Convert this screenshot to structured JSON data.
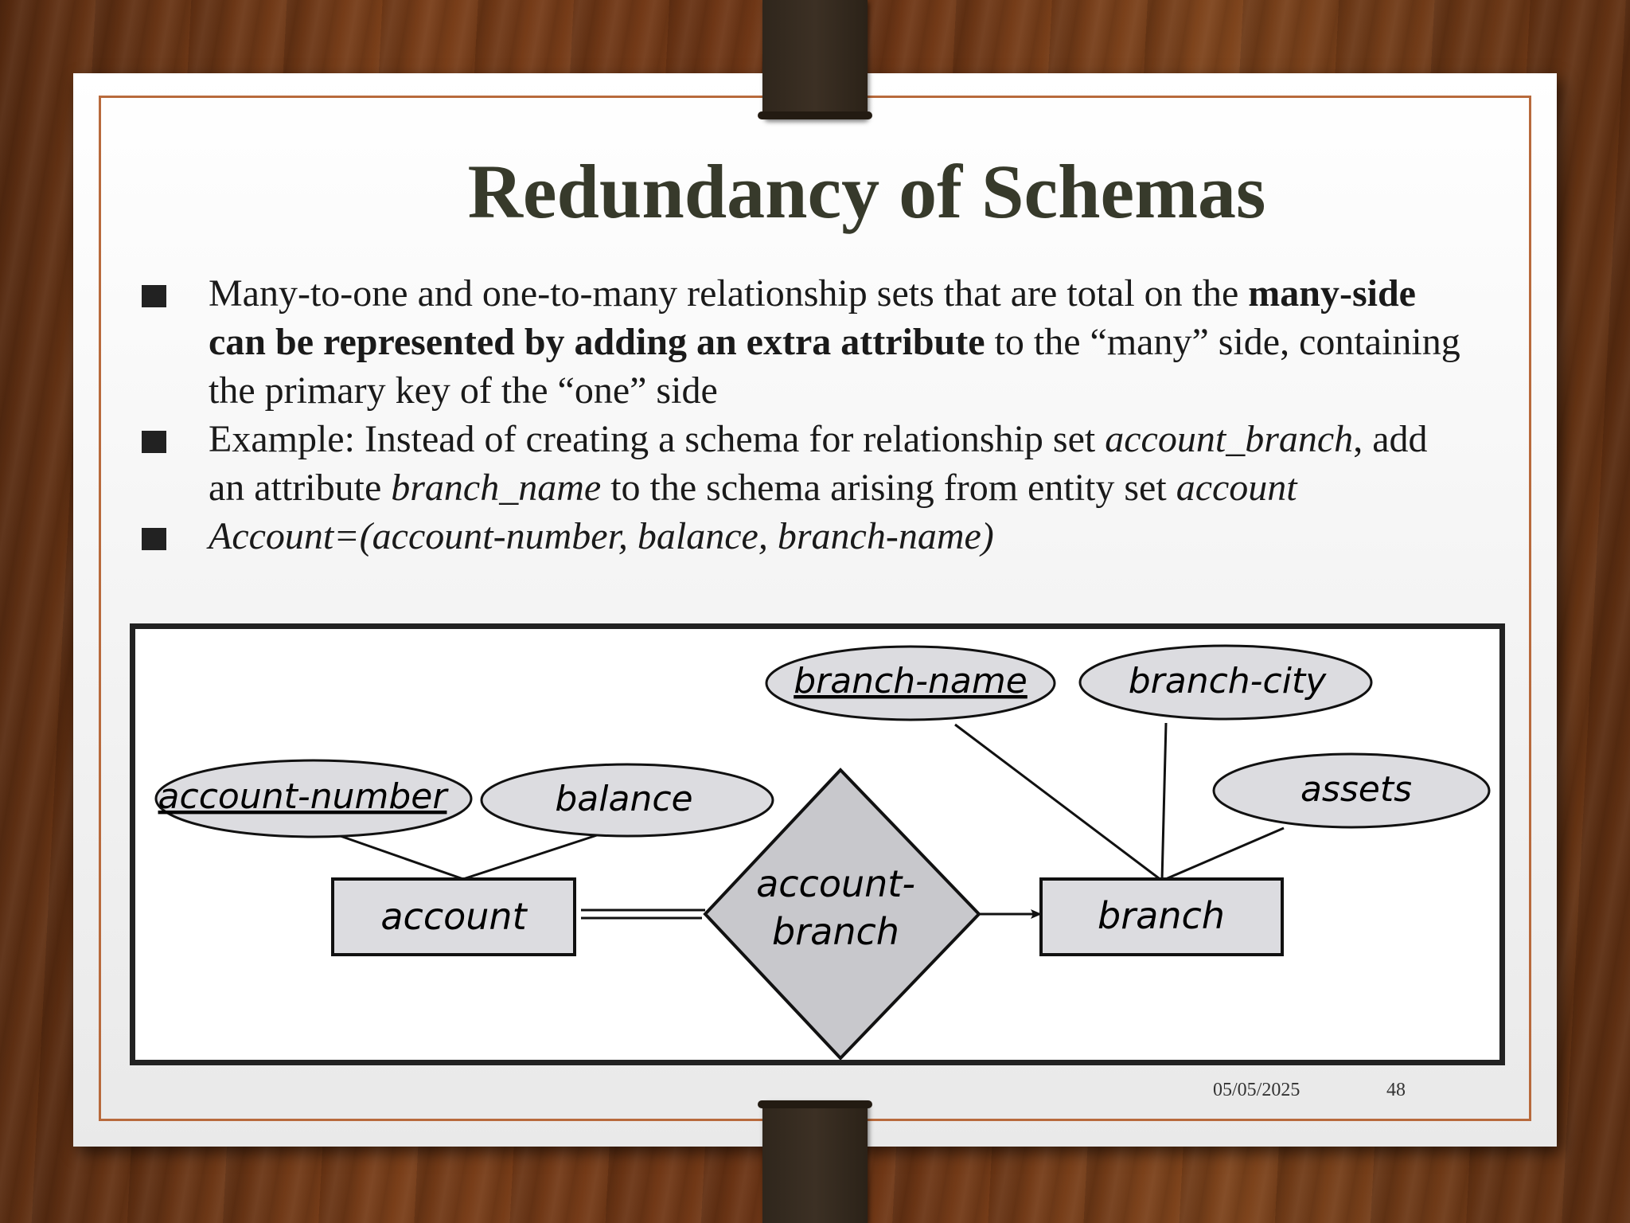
{
  "slide": {
    "title": "Redundancy of Schemas",
    "bullets": [
      {
        "part1": "Many-to-one and one-to-many relationship sets that are total on the ",
        "bold": "many-side can be represented by adding an extra attribute",
        "part2": " to the “many” side, containing the primary key of the “one” side"
      },
      {
        "part1": "Example: Instead of creating a schema for relationship set ",
        "italic1": "account_branch",
        "part2": ", add an attribute ",
        "italic2": "branch_name",
        "part3": " to the schema arising from entity set ",
        "italic3": "account"
      },
      {
        "italic": "Account=(account-number, balance, branch-name)"
      }
    ],
    "date": "05/05/2025",
    "page_number": "48"
  },
  "diagram": {
    "attributes": {
      "account_number": "account-number",
      "balance": "balance",
      "branch_name": "branch-name",
      "branch_city": "branch-city",
      "assets": "assets"
    },
    "entities": {
      "account": "account",
      "branch": "branch"
    },
    "relationship": {
      "line1": "account-",
      "line2": "branch"
    },
    "colors": {
      "shape_fill": "#dcdce0",
      "diamond_fill": "#c8c8cc",
      "stroke": "#111111"
    }
  }
}
